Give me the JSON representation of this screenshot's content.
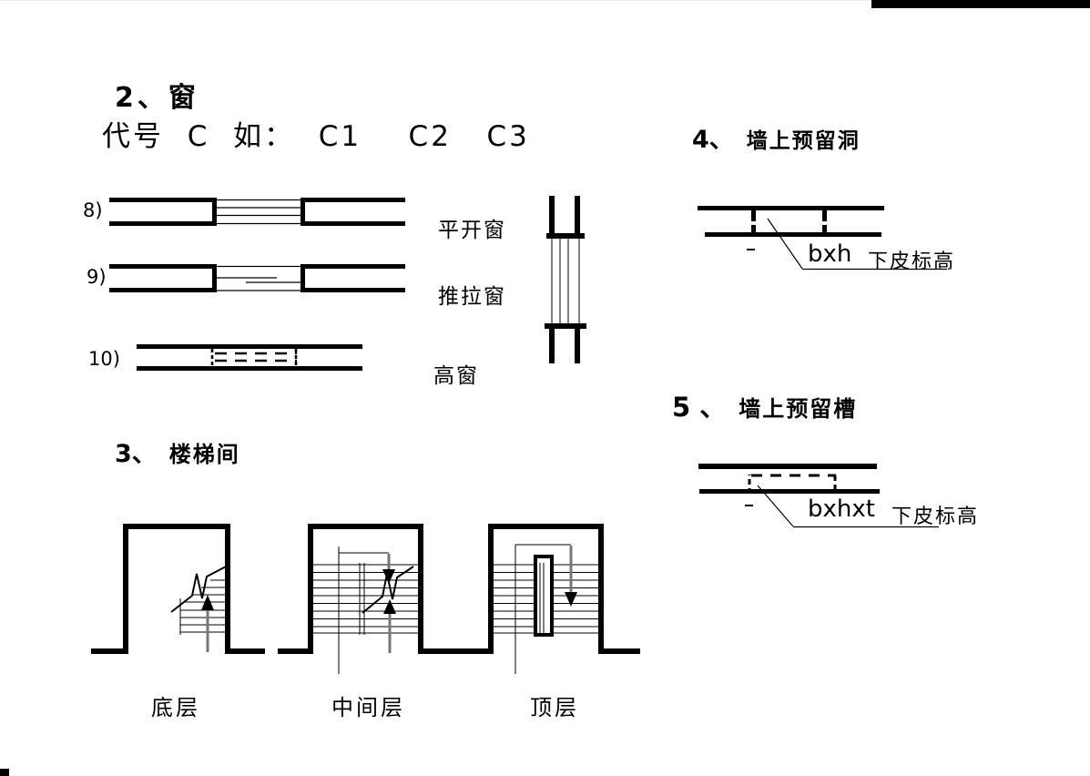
{
  "page": {
    "background": "#ffffff",
    "ink": "#000000",
    "arrow_gray": "#777777"
  },
  "window_section": {
    "title": "2、窗",
    "code_line": "代号  C  如：  C1    C2   C3",
    "items": [
      {
        "num": "8)",
        "label": "平开窗",
        "symbol": "casement-window-plan-symbol"
      },
      {
        "num": "9)",
        "label": "推拉窗",
        "symbol": "sliding-window-plan-symbol"
      },
      {
        "num": "10)",
        "label": "高窗",
        "symbol": "high-window-plan-symbol"
      }
    ],
    "side_symbol": "window-section-view-symbol"
  },
  "stair_section": {
    "number": "3、",
    "title": "楼梯间",
    "floors": [
      {
        "label": "底层"
      },
      {
        "label": "中间层"
      },
      {
        "label": "顶层"
      }
    ]
  },
  "hole_section": {
    "number": "4、",
    "title": "墙上预留洞",
    "dim_label": "bxh",
    "elev_label": "下皮标高"
  },
  "slot_section": {
    "number": "5 、",
    "title": "墙上预留槽",
    "dim_label": "bxhxt",
    "elev_label": "下皮标高"
  }
}
